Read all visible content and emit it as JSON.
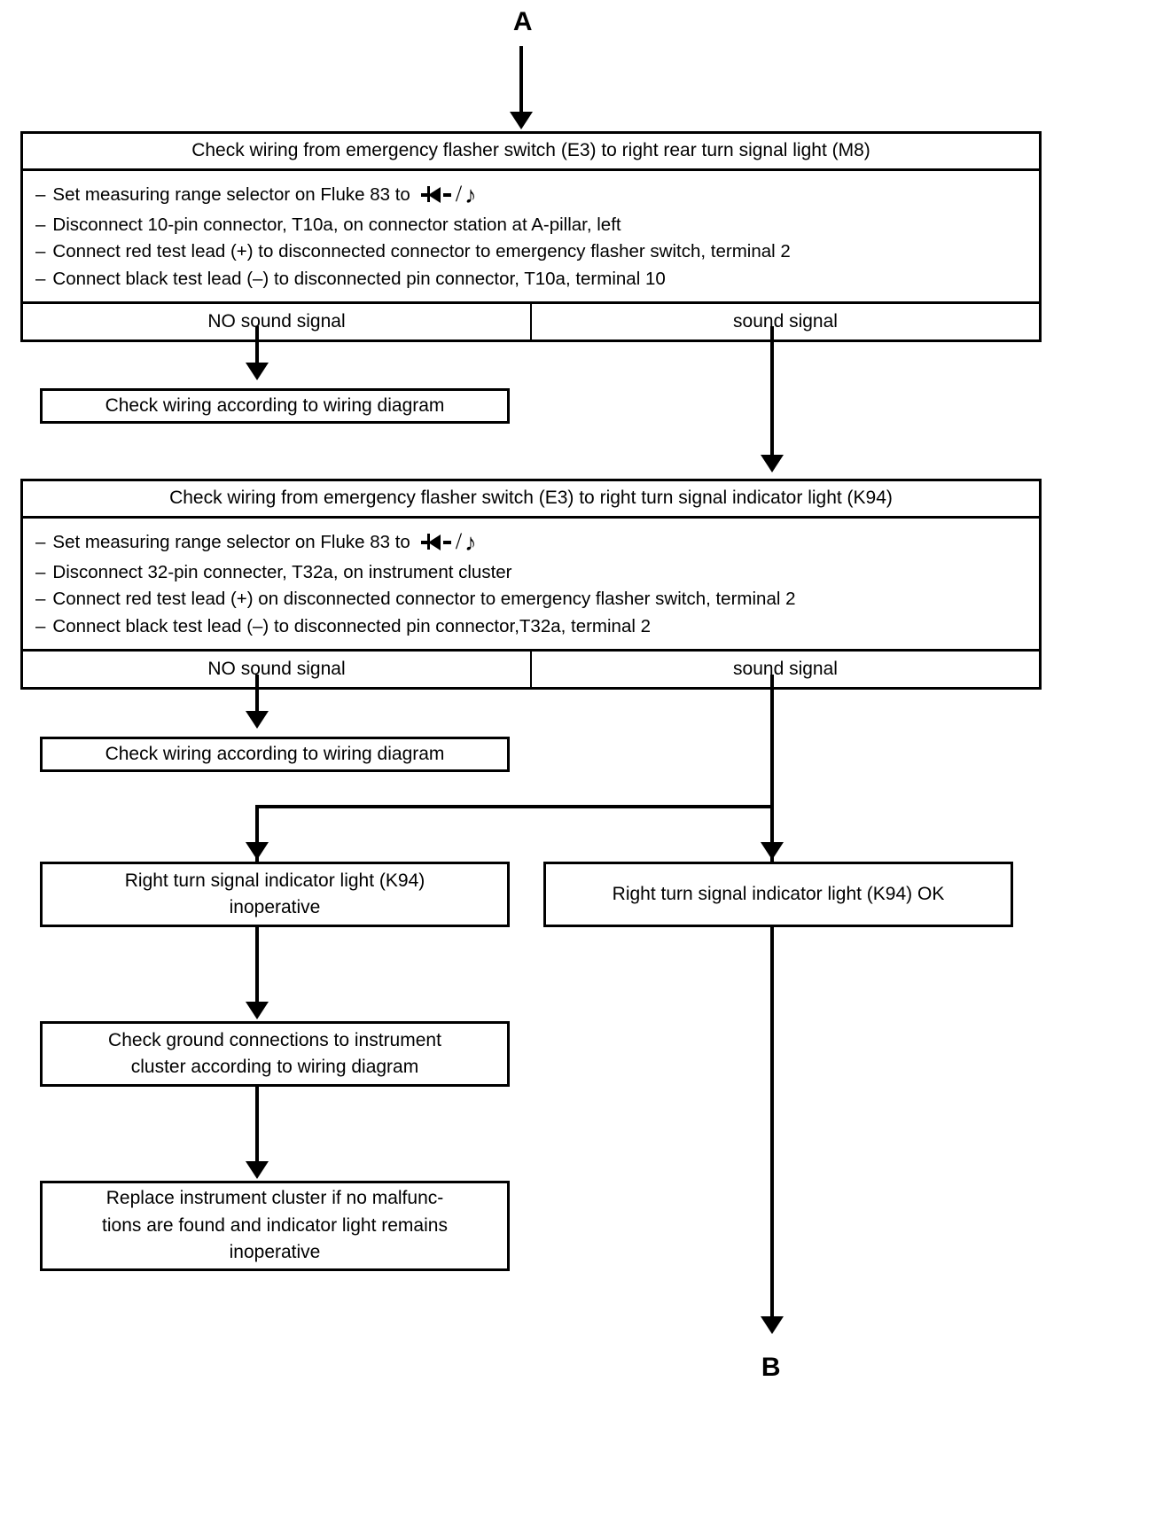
{
  "document": {
    "type": "troubleshooting-flowchart",
    "title": "Emergency flasher / right turn signal wiring check"
  },
  "connectors": {
    "top": "A",
    "bottom": "B"
  },
  "blocks": {
    "check1": {
      "title": "Check wiring from emergency flasher switch (E3) to right rear turn signal light (M8)",
      "steps": [
        {
          "dash": "–",
          "text_before": "Set measuring range selector on Fluke 83 to",
          "symbol": "diode-continuity-icon",
          "text_after": ""
        },
        {
          "dash": "–",
          "text_before": "Disconnect 10-pin connector, T10a, on connector station at A-pillar, left",
          "symbol": "",
          "text_after": ""
        },
        {
          "dash": "–",
          "text_before": "Connect red test lead (+) to disconnected connector to emergency flasher switch, terminal 2",
          "symbol": "",
          "text_after": ""
        },
        {
          "dash": "–",
          "text_before": "Connect black test lead (–) to disconnected pin connector, T10a, terminal 10",
          "symbol": "",
          "text_after": ""
        }
      ],
      "result_left": "NO sound signal",
      "result_right": "sound signal"
    },
    "check2": {
      "title": "Check wiring from emergency flasher switch (E3) to right turn signal indicator light (K94)",
      "steps": [
        {
          "dash": "–",
          "text_before": "Set measuring range selector on Fluke 83 to",
          "symbol": "diode-continuity-icon",
          "text_after": ""
        },
        {
          "dash": "–",
          "text_before": "Disconnect 32-pin connecter, T32a, on instrument cluster",
          "symbol": "",
          "text_after": ""
        },
        {
          "dash": "–",
          "text_before": "Connect red test lead (+) on disconnected connector to emergency flasher switch, terminal 2",
          "symbol": "",
          "text_after": ""
        },
        {
          "dash": "–",
          "text_before": "Connect black test lead (–) to disconnected pin connector,T32a, terminal 2",
          "symbol": "",
          "text_after": ""
        }
      ],
      "result_left": "NO sound signal",
      "result_right": "sound signal"
    },
    "wiring_diagram_1": "Check wiring according to wiring diagram",
    "wiring_diagram_2": "Check wiring according to wiring diagram",
    "k94_inoperative_line1": "Right turn signal indicator light (K94)",
    "k94_inoperative_line2": "inoperative",
    "k94_ok": "Right turn signal indicator light (K94) OK",
    "ground_check_line1": "Check ground connections to instrument",
    "ground_check_line2": "cluster according to wiring diagram",
    "replace_cluster_line1": "Replace instrument cluster if no malfunc-",
    "replace_cluster_line2": "tions are found and indicator light remains",
    "replace_cluster_line3": "inoperative"
  },
  "symbols": {
    "slash": "/",
    "note": "♪"
  },
  "colors": {
    "ink": "#000000",
    "paper": "#ffffff"
  }
}
